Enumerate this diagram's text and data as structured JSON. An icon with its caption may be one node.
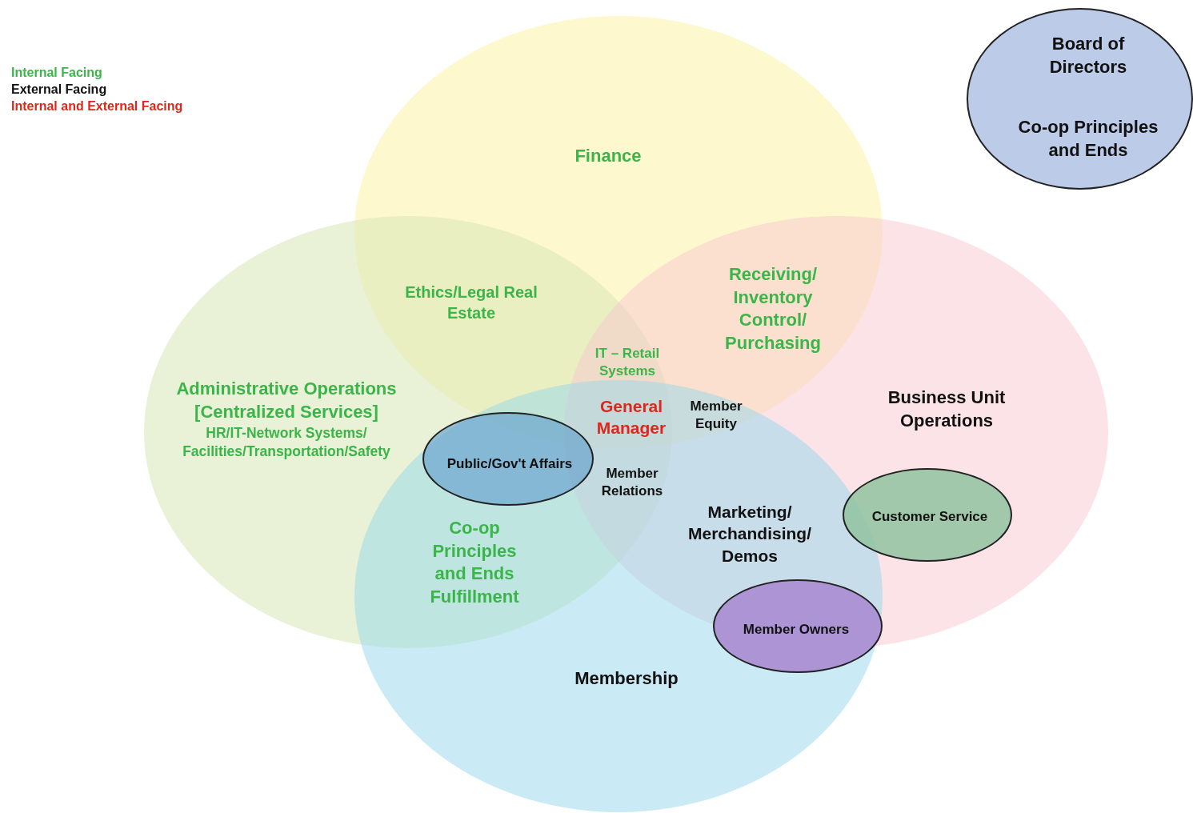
{
  "diagram": {
    "nodes": [
      {
        "text": [
          "Finance"
        ]
      },
      {
        "text": [
          "Administrative Operations [Centralized Services]",
          "HR/IT-Network Systems/ Facilities/Transportation/Safety"
        ]
      },
      {
        "text": [
          "Business Unit Operations"
        ]
      },
      {
        "text": [
          "Membership"
        ]
      },
      {
        "text": [
          "Board of Directors",
          "Co-op Principles and Ends"
        ]
      },
      {
        "text": [
          "Public/Gov't Affairs"
        ]
      },
      {
        "text": [
          "Customer Service"
        ],
        "in": 2
      },
      {
        "text": [
          "Member Owners"
        ],
        "in": 3
      }
    ],
    "labels": [
      "Ethics/Legal Real Estate",
      "Receiving/ Inventory Control/ Purchasing",
      "IT – Retail Systems",
      "General Manager",
      "Member Equity",
      "Member Relations",
      "Marketing/ Merchandising/ Demos",
      "Co-op Principles and Ends Fulfillment"
    ],
    "legend": [
      {
        "text": "Internal Facing",
        "color": "#3bb54a"
      },
      {
        "text": "External Facing",
        "color": "#111111"
      },
      {
        "text": "Internal and External Facing",
        "color": "#e0261c"
      }
    ]
  }
}
